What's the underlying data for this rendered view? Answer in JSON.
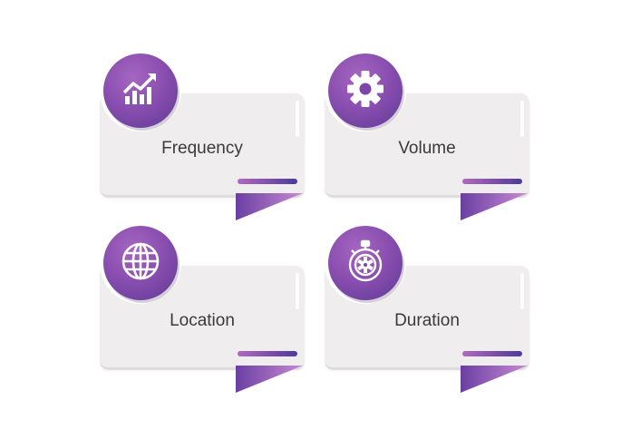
{
  "cards": [
    {
      "label": "Frequency",
      "icon": "trend-chart-icon"
    },
    {
      "label": "Volume",
      "icon": "gear-icon"
    },
    {
      "label": "Location",
      "icon": "globe-icon"
    },
    {
      "label": "Duration",
      "icon": "stopwatch-icon"
    }
  ],
  "colors": {
    "accent_light": "#b06ac0",
    "accent_dark": "#4d3c9a",
    "panel": "#efeded",
    "text": "#3a3a3a"
  }
}
